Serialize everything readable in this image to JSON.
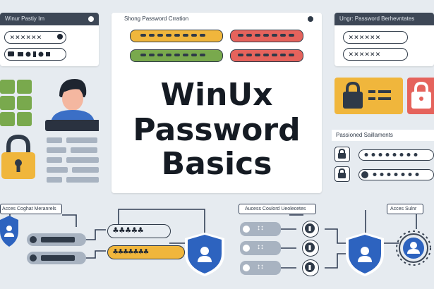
{
  "panels": {
    "top_left_title": "Winur Pastiy Im",
    "top_center_title": "Shong Password Crration",
    "top_right_title": "Ungr: Password Berhevntates",
    "mid_right_title": "Passioned Saillaments",
    "bottom_left_title": "Acces Coghat Meranrels",
    "bottom_center_title": "Aucess Coulord Ueolecetes",
    "bottom_right_title": "Acces Sulnr"
  },
  "fields": {
    "tl_field_1": "××××××",
    "tl_field_2": "",
    "tr_field_1": "××××××",
    "tr_field_2": "××××××",
    "bl_clubs_1": "♣♣♣♣♣",
    "bl_clubs_2": "♣♣♣♣♣♣♣",
    "bc_pill_1": "↕↕",
    "bc_pill_2": "↕↕",
    "bc_pill_3": "↕↕"
  },
  "hero": {
    "line1": "WinUx",
    "line2": "Password",
    "line3": "Basics"
  },
  "colors": {
    "yellow": "#f0b63c",
    "red": "#e5635c",
    "green": "#79a94d",
    "dark": "#2f3a48",
    "blue": "#2d63bf",
    "bg": "#e6ebf0"
  },
  "icons": [
    "lock-icon",
    "shield-icon",
    "user-icon",
    "key-icon",
    "gear-icon",
    "eye-icon"
  ]
}
